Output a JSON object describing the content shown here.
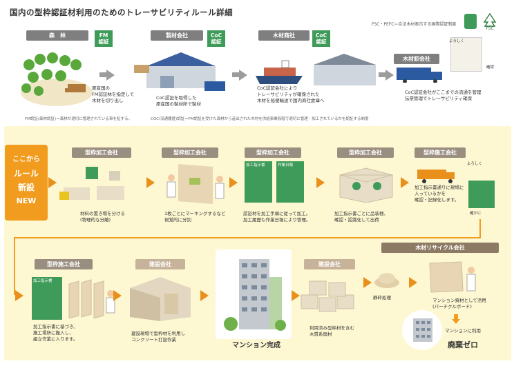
{
  "title": "国内の型枠認証材利用のためのトレーサビリティルール詳細",
  "top_note": "FSC・PEFC＝合法木材表示する国際認証制度",
  "colors": {
    "orange": "#f29c1f",
    "green": "#3f9b59",
    "gray": "#7f7f7f",
    "cream": "#fdf7d2"
  },
  "row1": {
    "forest": {
      "header": "森　林",
      "badge": "FM\n認証",
      "caption": "原産国の\nFM認証林を指定して\n木材を切り出し"
    },
    "sawmill": {
      "header": "製材会社",
      "badge": "CoC\n認証",
      "caption": "CoC認証を取得した\n原産国の製材所で製材"
    },
    "trader": {
      "header": "木材商社",
      "badge": "CoC\n認証",
      "caption": "CoC認証会社により\nトレーサビリティが確保された\n木材を船便輸送で国内商社倉庫へ"
    },
    "wholesaler": {
      "header": "木材卸会社",
      "caption": "CoC認証会社がここまでの流通を管理\n伝票管理でトレーサビリティ確保"
    },
    "footnote_fm": "FM認証(森林認証)＝森林が適切に管理されている事を証する。",
    "footnote_coc": "COC(流通履歴)認証＝FM認証を受けた森林から産出された木材を供給事業段階で適切に管理・加工されているかを認証する制度"
  },
  "new_box": {
    "line1": "ここから",
    "line2": "ルール",
    "line3": "新設",
    "line4": "NEW"
  },
  "row2": [
    {
      "header": "型枠加工会社",
      "caption": "材料の置き場を分ける\n(物理的な分離)"
    },
    {
      "header": "型枠加工会社",
      "caption": "1枚ごとにマーキングするなど\n視覚的に分別"
    },
    {
      "header": "型枠加工会社",
      "caption": "認証材を加工手順に従って加工。\n加工履歴も作業日報により管理。",
      "doc1": "加工指示書",
      "doc2": "作業日報"
    },
    {
      "header": "型枠加工会社",
      "caption": "加工指示書ごとに品装梱、\n確認・認識化して出荷"
    },
    {
      "header": "型枠施工会社",
      "caption": "加工指示書通りに現場に\n入っているかを\n確認・記録化します。"
    }
  ],
  "row3": [
    {
      "header": "型枠施工会社",
      "caption": "加工指示書に基づき、\n施工場所に搬入し、\n組立作業に入ります。",
      "doc": "加工指示書"
    },
    {
      "header": "建設会社",
      "caption": "建設現場で型枠材を利用し\nコンクリート打設作業"
    },
    {
      "header": "",
      "caption": "マンション完成"
    },
    {
      "header": "建設会社",
      "caption": "利用済み型枠材を含む\n木質系廃材"
    },
    {
      "header": "木材リサイクル会社",
      "caption1": "静砕処理",
      "caption2": "マンション資材として活用\n(パーチクルボード)",
      "caption3": "マンションに利用",
      "caption4": "廃棄ゼロ"
    }
  ],
  "speech": {
    "a": "よろしく",
    "b": "確認",
    "c": "よろしく",
    "d": "確かに"
  }
}
